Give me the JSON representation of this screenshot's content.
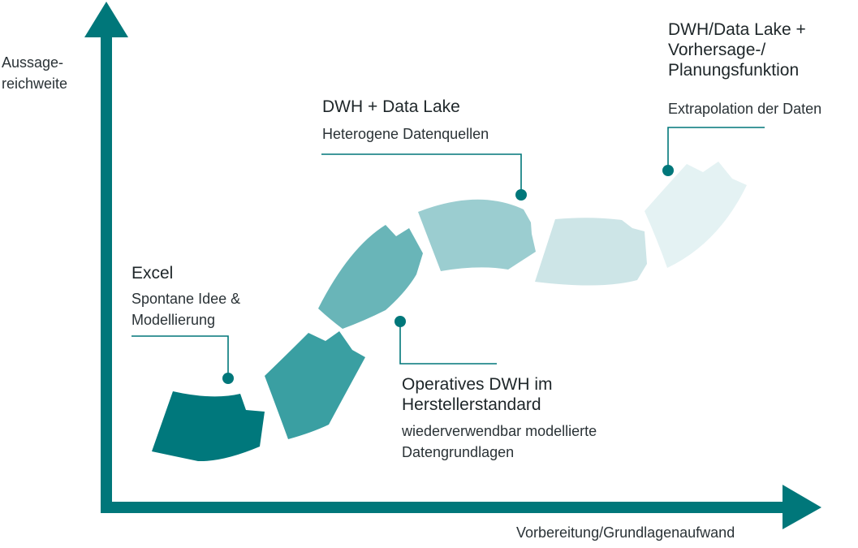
{
  "axes": {
    "y_label": "Aussage-\nreichweite",
    "x_label": "Vorbereitung/Grundlagenaufwand",
    "color": "#00777a"
  },
  "stages": [
    {
      "title": "Excel",
      "subtitle": "Spontane Idee &\nModellierung",
      "color": "#00787c"
    },
    {
      "title": "Operatives DWH im\nHerstellerstandard",
      "subtitle": "wiederverwendbar modellierte\nDatengrundlagen",
      "color": "#3a9fa2"
    },
    {
      "title": "DWH + Data Lake",
      "subtitle": "Heterogene Datenquellen",
      "color": "#9bcdd0"
    },
    {
      "title": "DWH/Data Lake +\nVorhersage-/\nPlanungsfunktion",
      "subtitle": "Extrapolation der Daten",
      "color": "#e4f2f3"
    }
  ],
  "segment_colors": [
    "#00787c",
    "#3a9fa2",
    "#69b5b8",
    "#9bcdd0",
    "#cde5e7",
    "#e4f2f3"
  ],
  "connector_color": "#00777a"
}
